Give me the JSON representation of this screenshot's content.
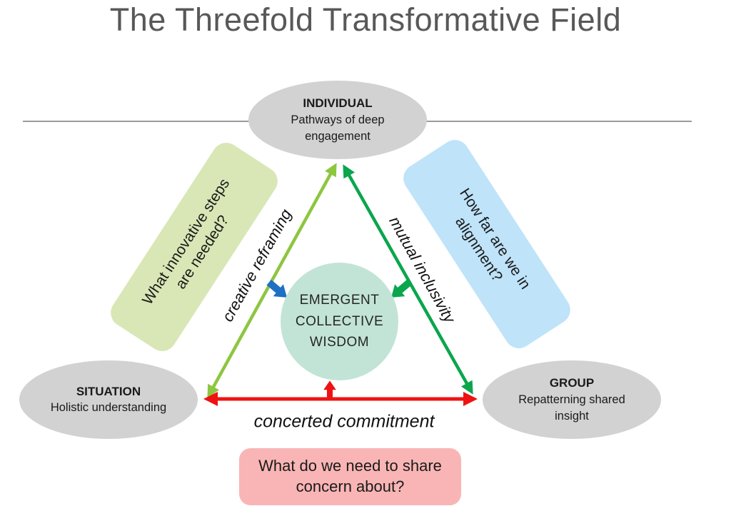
{
  "title": "The Threefold Transformative Field",
  "nodes": {
    "individual": {
      "heading": "INDIVIDUAL",
      "subtitle": "Pathways of deep engagement"
    },
    "situation": {
      "heading": "SITUATION",
      "subtitle": "Holistic understanding"
    },
    "group": {
      "heading": "GROUP",
      "subtitle": "Repatterning shared insight"
    }
  },
  "center": {
    "text": "EMERGENT COLLECTIVE WISDOM"
  },
  "edges": {
    "left": {
      "label": "creative reframing"
    },
    "right": {
      "label": "mutual inclusivity"
    },
    "bottom": {
      "label": "concerted commitment"
    }
  },
  "questions": {
    "steps": "What innovative steps are needed?",
    "alignment": "How far are we in alignment?",
    "concern": "What do we need to share concern about?"
  },
  "colors": {
    "lime_arrow": "#8dc63f",
    "green_arrow": "#0aa64d",
    "red_arrow": "#ef1212",
    "blue_pointer": "#1d70c2",
    "green_pointer": "#0aa64d",
    "red_pointer": "#ef1212",
    "node_gray": "#d2d2d2",
    "center_mint": "#c2e4d7",
    "steps_box": "#d8e7b5",
    "alignment_box": "#bfe3f9",
    "concern_box": "#f9b5b5",
    "title_gray": "#585858",
    "divider_gray": "#9a9a9a"
  }
}
